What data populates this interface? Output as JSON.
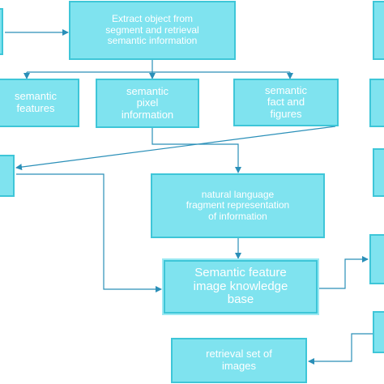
{
  "colors": {
    "box_fill": "#7fe3ef",
    "box_border": "#3ec6d8",
    "text": "#ffffff",
    "connector": "#2a8fb8"
  },
  "boxes": {
    "extract": "Extract object from\nsegment and retrieval\nsemantic information",
    "semantic_features": "semantic\nfeatures",
    "semantic_pixel": "semantic\npixel\ninformation",
    "semantic_fact": "semantic\nfact and\nfigures",
    "left_middle": "",
    "natural_language": "natural language\nfragment representation\nof information",
    "knowledge_base": "Semantic feature\nimage knowledge\nbase",
    "retrieval_set": "retrieval set of\nimages",
    "top_left_partial": "",
    "top_right_partial": "",
    "right_upper_partial": "",
    "right_middle_partial": "",
    "right_lower_partial": "",
    "right_bottom_partial": ""
  }
}
